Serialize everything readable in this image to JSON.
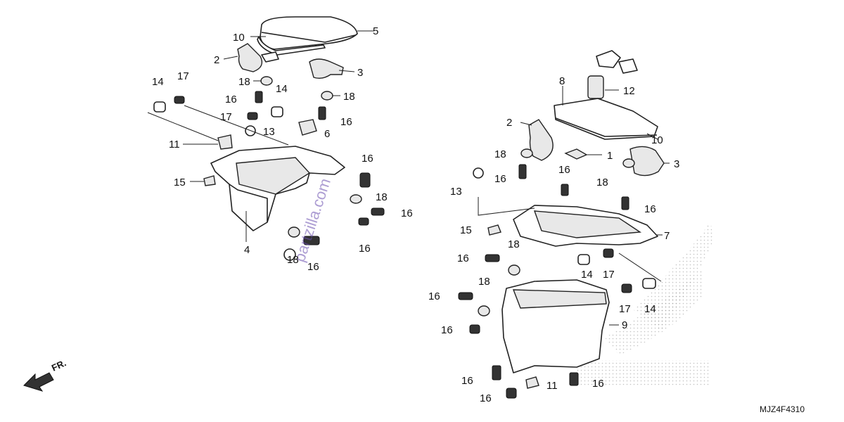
{
  "diagram": {
    "code": "MJZ4F4310",
    "direction_label": "FR.",
    "watermark": "partzilla.com",
    "labels": {
      "l5": "5",
      "l10a": "10",
      "l2a": "2",
      "l3a": "3",
      "l18a": "18",
      "l18b": "18",
      "l16a": "16",
      "l16b": "16",
      "l14a": "14",
      "l17a": "17",
      "l17b": "17",
      "l14b": "14",
      "l13a": "13",
      "l6": "6",
      "l11a": "11",
      "l15a": "15",
      "l4": "4",
      "l16c": "16",
      "l18c": "18",
      "l16d": "16",
      "l16e": "16",
      "l18d": "18",
      "l16f": "16",
      "l8": "8",
      "l12": "12",
      "l2b": "2",
      "l10b": "10",
      "l1": "1",
      "l18e": "18",
      "l16g": "16",
      "l3b": "3",
      "l16h": "16",
      "l18f": "18",
      "l13b": "13",
      "l16i": "16",
      "l15b": "15",
      "l7": "7",
      "l16j": "16",
      "l18g": "18",
      "l14c": "14",
      "l17c": "17",
      "l18h": "18",
      "l16k": "16",
      "l17d": "17",
      "l14d": "14",
      "l9": "9",
      "l16l": "16",
      "l16m": "16",
      "l11b": "11",
      "l16n": "16",
      "l16o": "16"
    }
  }
}
